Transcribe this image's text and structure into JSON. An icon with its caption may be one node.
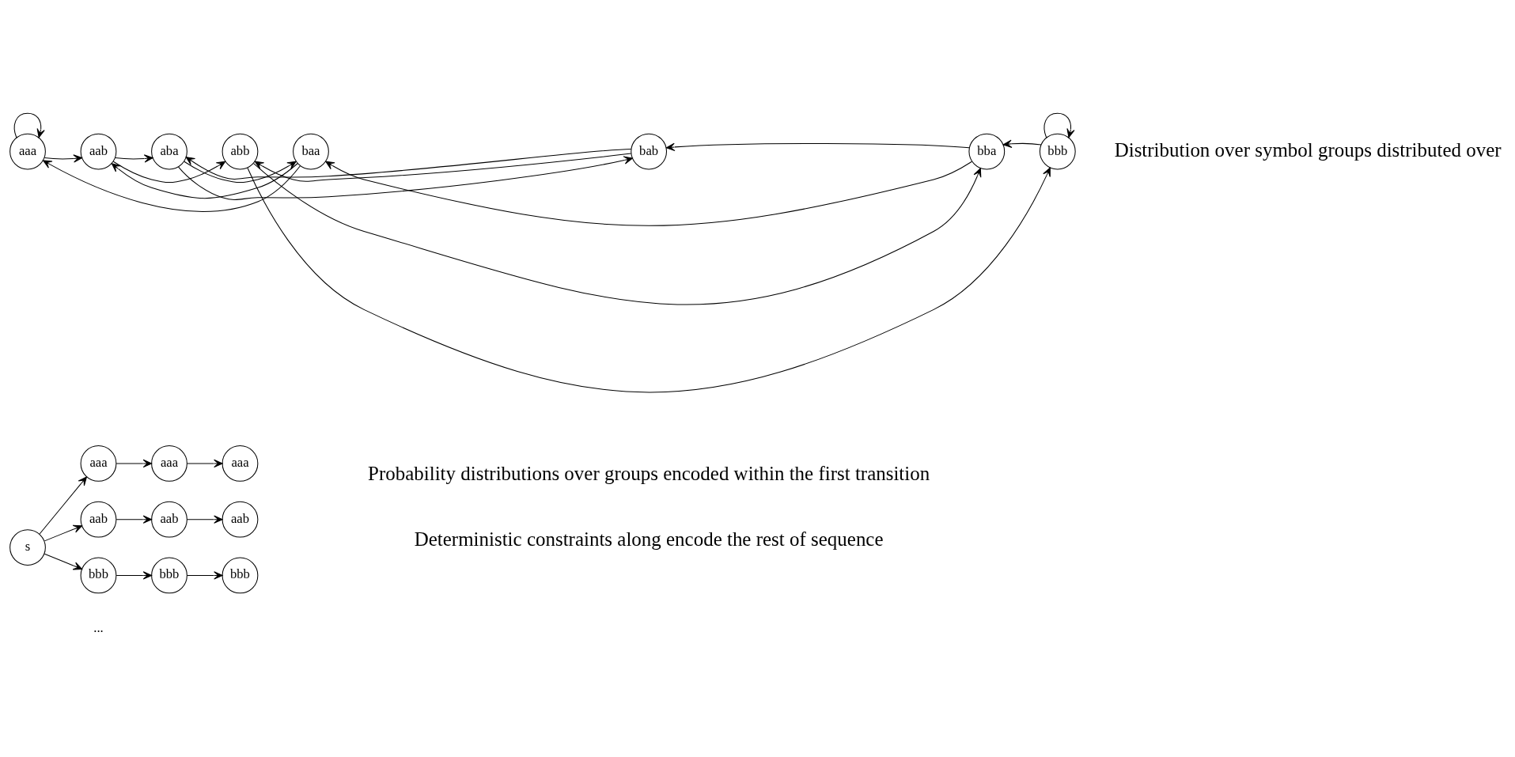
{
  "diagram": {
    "nodes": [
      {
        "text": [
          "s"
        ]
      },
      {
        "text": [
          "aaa"
        ]
      },
      {
        "text": [
          "aaa"
        ]
      },
      {
        "text": [
          "aaa"
        ]
      },
      {
        "text": [
          "aab"
        ]
      },
      {
        "text": [
          "aab"
        ]
      },
      {
        "text": [
          "aab"
        ]
      },
      {
        "text": [
          "bbb"
        ]
      },
      {
        "text": [
          "bbb"
        ]
      },
      {
        "text": [
          "bbb"
        ]
      },
      {
        "text": [
          "aaa"
        ]
      },
      {
        "text": [
          "aab"
        ]
      },
      {
        "text": [
          "aba"
        ]
      },
      {
        "text": [
          "abb"
        ]
      },
      {
        "text": [
          "baa"
        ]
      },
      {
        "text": [
          "bab"
        ]
      },
      {
        "text": [
          "bba"
        ]
      },
      {
        "text": [
          "bbb"
        ]
      }
    ],
    "edges": [
      {
        "from": 0,
        "to": 1,
        "arrow": "to"
      },
      {
        "from": 0,
        "to": 4,
        "arrow": "to"
      },
      {
        "from": 0,
        "to": 7,
        "arrow": "to"
      },
      {
        "from": 1,
        "to": 2,
        "arrow": "to"
      },
      {
        "from": 2,
        "to": 3,
        "arrow": "to"
      },
      {
        "from": 4,
        "to": 5,
        "arrow": "to"
      },
      {
        "from": 5,
        "to": 6,
        "arrow": "to"
      },
      {
        "from": 7,
        "to": 8,
        "arrow": "to"
      },
      {
        "from": 8,
        "to": 9,
        "arrow": "to"
      },
      {
        "from": 10,
        "to": 10,
        "arrow": "to"
      },
      {
        "from": 10,
        "to": 11,
        "arrow": "to"
      },
      {
        "from": 11,
        "to": 12,
        "arrow": "to"
      },
      {
        "from": 11,
        "to": 13,
        "arrow": "to"
      },
      {
        "from": 12,
        "to": 14,
        "arrow": "to"
      },
      {
        "from": 12,
        "to": 15,
        "arrow": "to"
      },
      {
        "from": 13,
        "to": 16,
        "arrow": "to"
      },
      {
        "from": 13,
        "to": 17,
        "arrow": "to"
      },
      {
        "from": 14,
        "to": 10,
        "arrow": "to"
      },
      {
        "from": 14,
        "to": 11,
        "arrow": "to"
      },
      {
        "from": 15,
        "to": 12,
        "arrow": "to"
      },
      {
        "from": 15,
        "to": 13,
        "arrow": "to"
      },
      {
        "from": 16,
        "to": 14,
        "arrow": "to"
      },
      {
        "from": 16,
        "to": 15,
        "arrow": "to"
      },
      {
        "from": 17,
        "to": 16,
        "arrow": "to"
      },
      {
        "from": 17,
        "to": 17,
        "arrow": "to"
      }
    ],
    "labels": [
      "...",
      "Probability distributions over groups encoded within the first transition",
      "Deterministic constraints along encode the rest of sequence",
      "Distribution over symbol groups distributed over"
    ]
  }
}
